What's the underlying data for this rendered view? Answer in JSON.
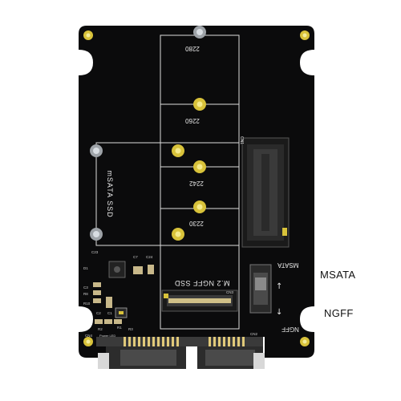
{
  "board": {
    "color": "#0b0b0c",
    "silkscreen_color": "#e8e8e8",
    "gold_color": "#d8c23a",
    "mount_positions": [
      "2280",
      "2260",
      "2242",
      "2230"
    ],
    "msata_area_label": "mSATA SSD",
    "m2_area_label": "M.2 NGFF SSD",
    "switch_top_label": "MSATA",
    "switch_bottom_label": "NGFF",
    "connector_labels": [
      "CN1",
      "CN2",
      "CN3",
      "CN4"
    ],
    "component_labels": [
      "C23",
      "C7",
      "C24",
      "D1",
      "C3",
      "R8",
      "R10",
      "C2",
      "C1",
      "R1",
      "R2",
      "R3",
      "Power LED"
    ]
  },
  "annotations": {
    "msata": "MSATA",
    "ngff": "NGFF"
  }
}
